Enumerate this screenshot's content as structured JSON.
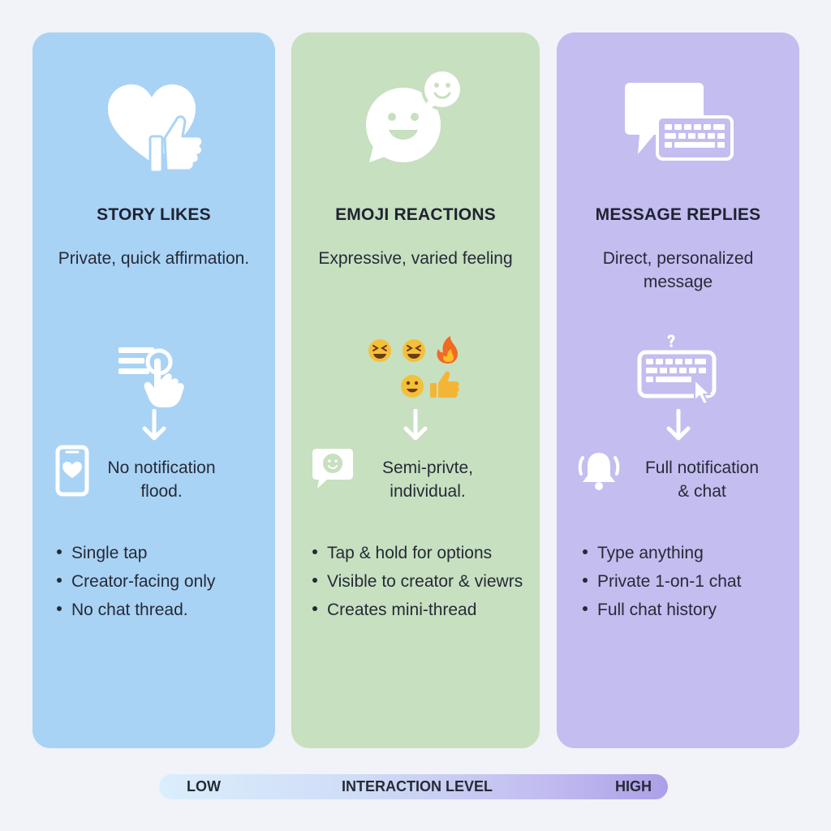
{
  "columns": [
    {
      "title": "STORY LIKES",
      "subtitle": "Private, quick affirmation.",
      "note_line1": "No notification",
      "note_line2": "flood.",
      "bullets": [
        "Single tap",
        "Creator-facing only",
        "No chat thread."
      ]
    },
    {
      "title": "EMOJI REACTIONS",
      "subtitle": "Expressive, varied feeling",
      "note_line1": "Semi-privte,",
      "note_line2": "individual.",
      "bullets": [
        "Tap & hold for options",
        "Visible to creator & viewrs",
        "Creates mini-thread"
      ]
    },
    {
      "title": "MESSAGE REPLIES",
      "subtitle": "Direct, personalized message",
      "note_line1": "Full notification",
      "note_line2": "& chat",
      "bullets": [
        "Type anything",
        "Private 1-on-1 chat",
        "Full chat history"
      ]
    }
  ],
  "scale": {
    "low": "LOW",
    "label": "INTERACTION LEVEL",
    "high": "HIGH"
  },
  "colors": {
    "likes_panel": "#a9d3f5",
    "reactions_panel": "#c7e0c0",
    "replies_panel": "#c3bdf0"
  }
}
